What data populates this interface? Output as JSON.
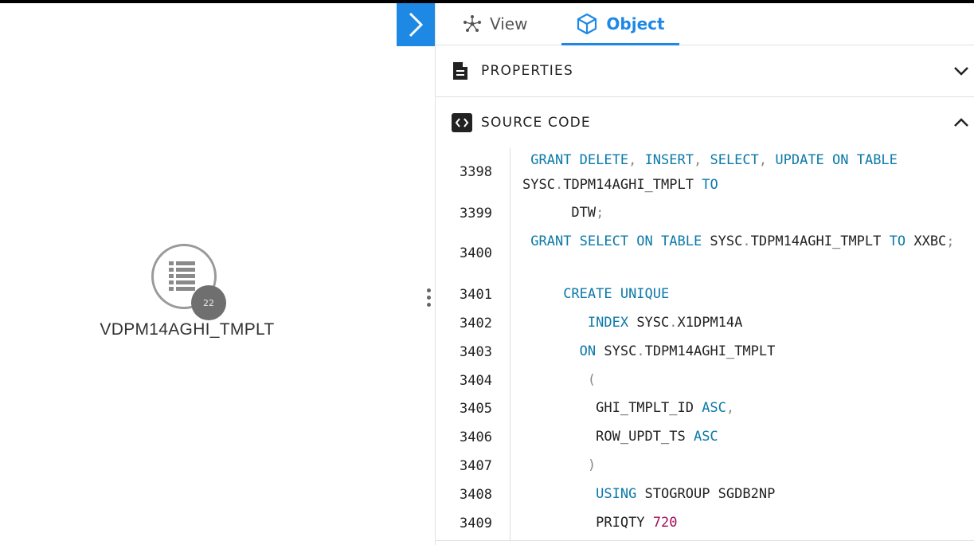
{
  "canvas": {
    "node": {
      "label": "VDPM14AGHI_TMPLT",
      "badge": "22",
      "icon": "table-list-icon"
    }
  },
  "panel": {
    "tabs": [
      {
        "label": "View",
        "icon": "graph-nodes-icon",
        "active": false
      },
      {
        "label": "Object",
        "icon": "cube-icon",
        "active": true
      }
    ],
    "sections": {
      "properties": {
        "title": "PROPERTIES",
        "expanded": false
      },
      "source_code": {
        "title": "SOURCE CODE",
        "expanded": true
      }
    }
  },
  "code_lines": [
    {
      "n": "3398",
      "tokens": [
        [
          "k",
          " GRANT DELETE"
        ],
        [
          "p",
          ","
        ],
        [
          "k",
          " INSERT"
        ],
        [
          "p",
          ","
        ],
        [
          "k",
          " SELECT"
        ],
        [
          "p",
          ","
        ],
        [
          "k",
          " UPDATE ON TABLE"
        ],
        [
          "t",
          " SYSC"
        ],
        [
          "p",
          "."
        ],
        [
          "t",
          "TDPM14AGHI_TMPLT "
        ],
        [
          "k",
          "TO"
        ]
      ]
    },
    {
      "n": "3399",
      "tokens": [
        [
          "t",
          "      DTW"
        ],
        [
          "p",
          ";"
        ]
      ]
    },
    {
      "n": "3400",
      "tokens": [
        [
          "k",
          " GRANT SELECT ON TABLE"
        ],
        [
          "t",
          " SYSC"
        ],
        [
          "p",
          "."
        ],
        [
          "t",
          "TDPM14AGHI_TMPLT "
        ],
        [
          "k",
          "TO"
        ],
        [
          "t",
          " XXBC"
        ],
        [
          "p",
          ";"
        ]
      ]
    },
    {
      "n": "3401",
      "tokens": [
        [
          "k",
          "     CREATE UNIQUE"
        ]
      ]
    },
    {
      "n": "3402",
      "tokens": [
        [
          "k",
          "        INDEX"
        ],
        [
          "t",
          " SYSC"
        ],
        [
          "p",
          "."
        ],
        [
          "t",
          "X1DPM14A"
        ]
      ]
    },
    {
      "n": "3403",
      "tokens": [
        [
          "k",
          "       ON"
        ],
        [
          "t",
          " SYSC"
        ],
        [
          "p",
          "."
        ],
        [
          "t",
          "TDPM14AGHI_TMPLT"
        ]
      ]
    },
    {
      "n": "3404",
      "tokens": [
        [
          "p",
          "        ("
        ]
      ]
    },
    {
      "n": "3405",
      "tokens": [
        [
          "t",
          "         GHI_TMPLT_ID "
        ],
        [
          "k",
          "ASC"
        ],
        [
          "p",
          ","
        ]
      ]
    },
    {
      "n": "3406",
      "tokens": [
        [
          "t",
          "         ROW_UPDT_TS "
        ],
        [
          "k",
          "ASC"
        ]
      ]
    },
    {
      "n": "3407",
      "tokens": [
        [
          "p",
          "        )"
        ]
      ]
    },
    {
      "n": "3408",
      "tokens": [
        [
          "k",
          "         USING"
        ],
        [
          "t",
          " STOGROUP SGDB2NP"
        ]
      ]
    },
    {
      "n": "3409",
      "tokens": [
        [
          "t",
          "         PRIQTY "
        ],
        [
          "n",
          "720"
        ]
      ]
    }
  ]
}
